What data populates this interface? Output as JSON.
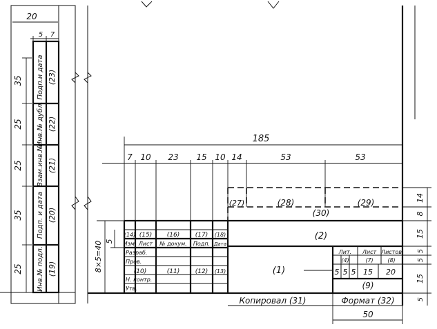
{
  "side_strip": {
    "width_label": "20",
    "col_a": "5",
    "col_b": "7",
    "rows": [
      {
        "height": "35",
        "text": "Подп.и дата",
        "num": "(23)"
      },
      {
        "height": "25",
        "text": "Инв.№ дубл.",
        "num": "(22)"
      },
      {
        "height": "25",
        "text": "Взам.инв.№",
        "num": "(21)"
      },
      {
        "height": "35",
        "text": "Подп. и дата",
        "num": "(20)"
      },
      {
        "height": "25",
        "text": "Инв.№ подл.",
        "num": "(19)"
      }
    ]
  },
  "dims": {
    "total": "185",
    "cols": [
      "7",
      "10",
      "23",
      "15",
      "10",
      "14",
      "53",
      "53"
    ],
    "right": [
      "14",
      "8",
      "15",
      "5",
      "5",
      "15",
      "5"
    ],
    "left_rows": "8×5=40",
    "left_small": "5",
    "bottom": "50"
  },
  "zones": {
    "z27": "(27)",
    "z28": "(28)",
    "z29": "(29)",
    "z30": "(30)",
    "z2": "(2)",
    "z1": "(1)",
    "z9": "(9)"
  },
  "left_table": {
    "row1": [
      "(14)",
      "(15)",
      "(16)",
      "(17)",
      "(18)"
    ],
    "header": [
      "Изм.",
      "Лист",
      "№ докум.",
      "Подп.",
      "Дата"
    ],
    "rows_labels": [
      "Разраб.",
      "Пров.",
      "",
      "Н. контр.",
      "Утв."
    ],
    "row_nums": [
      "(10)",
      "(11)",
      "(12)",
      "(13)"
    ]
  },
  "right_table": {
    "header": [
      "Лит.",
      "Лист",
      "Листов"
    ],
    "row_a": [
      "(4)",
      "(7)",
      "(8)"
    ],
    "row_b": [
      "5",
      "5",
      "5",
      "15",
      "20"
    ]
  },
  "bottom": {
    "copy": "Копировал (31)",
    "format": "Формат (32)"
  }
}
